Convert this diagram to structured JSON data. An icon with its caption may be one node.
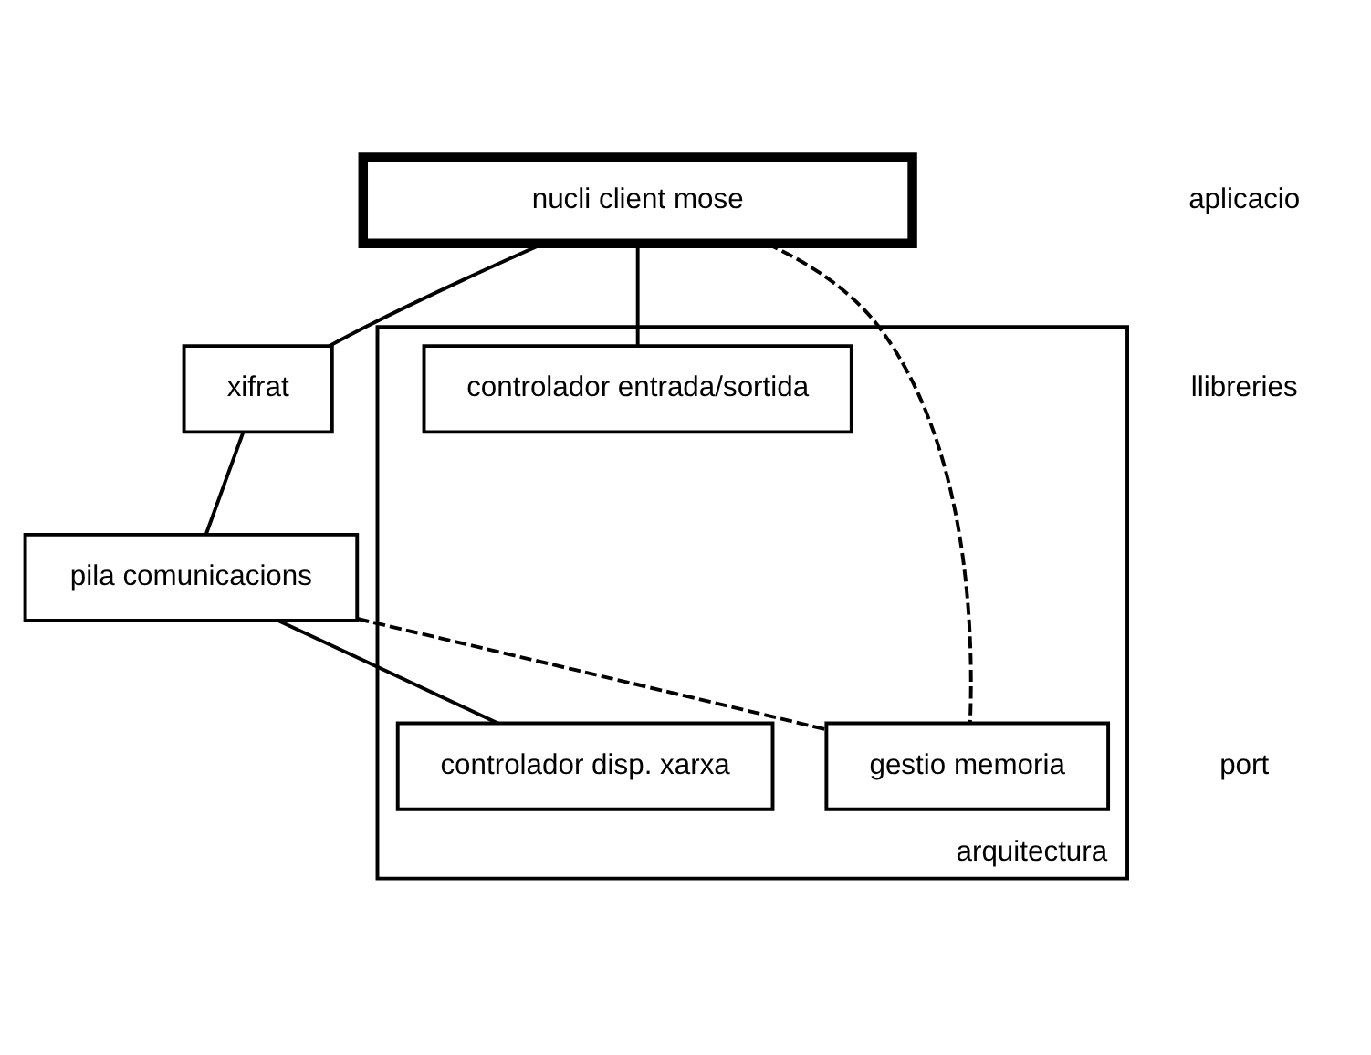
{
  "diagram": {
    "nodes": [
      {
        "text": [
          "nucli client mose"
        ]
      },
      {
        "text": [
          "xifrat"
        ]
      },
      {
        "text": [
          "pila comunicacions"
        ]
      },
      {
        "text": [
          "arquitectura"
        ]
      },
      {
        "text": [
          "gestio memoria"
        ],
        "in": 3
      },
      {
        "text": [
          "controlador entrada/sortida"
        ],
        "in": 3
      },
      {
        "text": [
          "controlador disp. xarxa"
        ],
        "in": 3
      }
    ],
    "edges": [
      {
        "from": 0,
        "to": 1,
        "arrow": "none"
      },
      {
        "from": 1,
        "to": 2,
        "arrow": "none"
      },
      {
        "from": 0,
        "to": 4,
        "arrow": "none",
        "style": "dashed"
      },
      {
        "from": 0,
        "to": 5,
        "arrow": "none"
      },
      {
        "from": 2,
        "to": 4,
        "arrow": "none",
        "style": "dashed"
      },
      {
        "from": 2,
        "to": 6,
        "arrow": "none"
      }
    ],
    "labels": [
      "aplicacio",
      "llibreries",
      "port"
    ]
  }
}
